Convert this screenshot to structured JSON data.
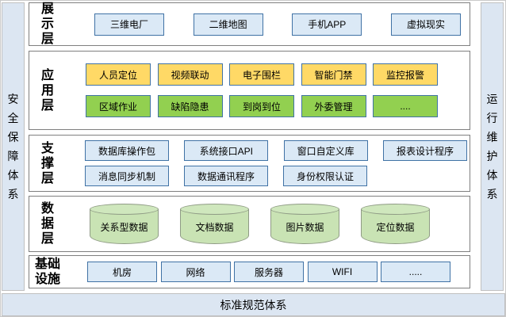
{
  "pillars": {
    "left": "安全保障体系",
    "right": "运行维护体系",
    "bottom": "标准规范体系"
  },
  "layers": {
    "presentation": {
      "title": "展示层",
      "items": [
        "三维电厂",
        "二维地图",
        "手机APP",
        "虚拟现实"
      ]
    },
    "application": {
      "title": "应用层",
      "row1": [
        "人员定位",
        "视频联动",
        "电子围栏",
        "智能门禁",
        "监控报警"
      ],
      "row2": [
        "区域作业",
        "缺陷隐患",
        "到岗到位",
        "外委管理",
        "...."
      ]
    },
    "support": {
      "title": "支撑层",
      "row1": [
        "数据库操作包",
        "系统接口API",
        "窗口自定义库",
        "报表设计程序"
      ],
      "row2": [
        "消息同步机制",
        "数据通讯程序",
        "身份权限认证"
      ]
    },
    "data": {
      "title": "数据层",
      "items": [
        "关系型数据",
        "文档数据",
        "图片数据",
        "定位数据"
      ]
    },
    "infrastructure": {
      "title": "基础设施",
      "items": [
        "机房",
        "网络",
        "服务器",
        "WIFI",
        "....."
      ]
    }
  },
  "colors": {
    "pillar_fill": "#dce6f2",
    "layer_border": "#7f7f7f",
    "box_blue_fill": "#dbe9f6",
    "box_yellow_fill": "#ffd966",
    "box_green_fill": "#92d050",
    "box_border": "#4072a5",
    "cylinder_fill": "#c9e3b4",
    "cylinder_border": "#8f9b85"
  }
}
